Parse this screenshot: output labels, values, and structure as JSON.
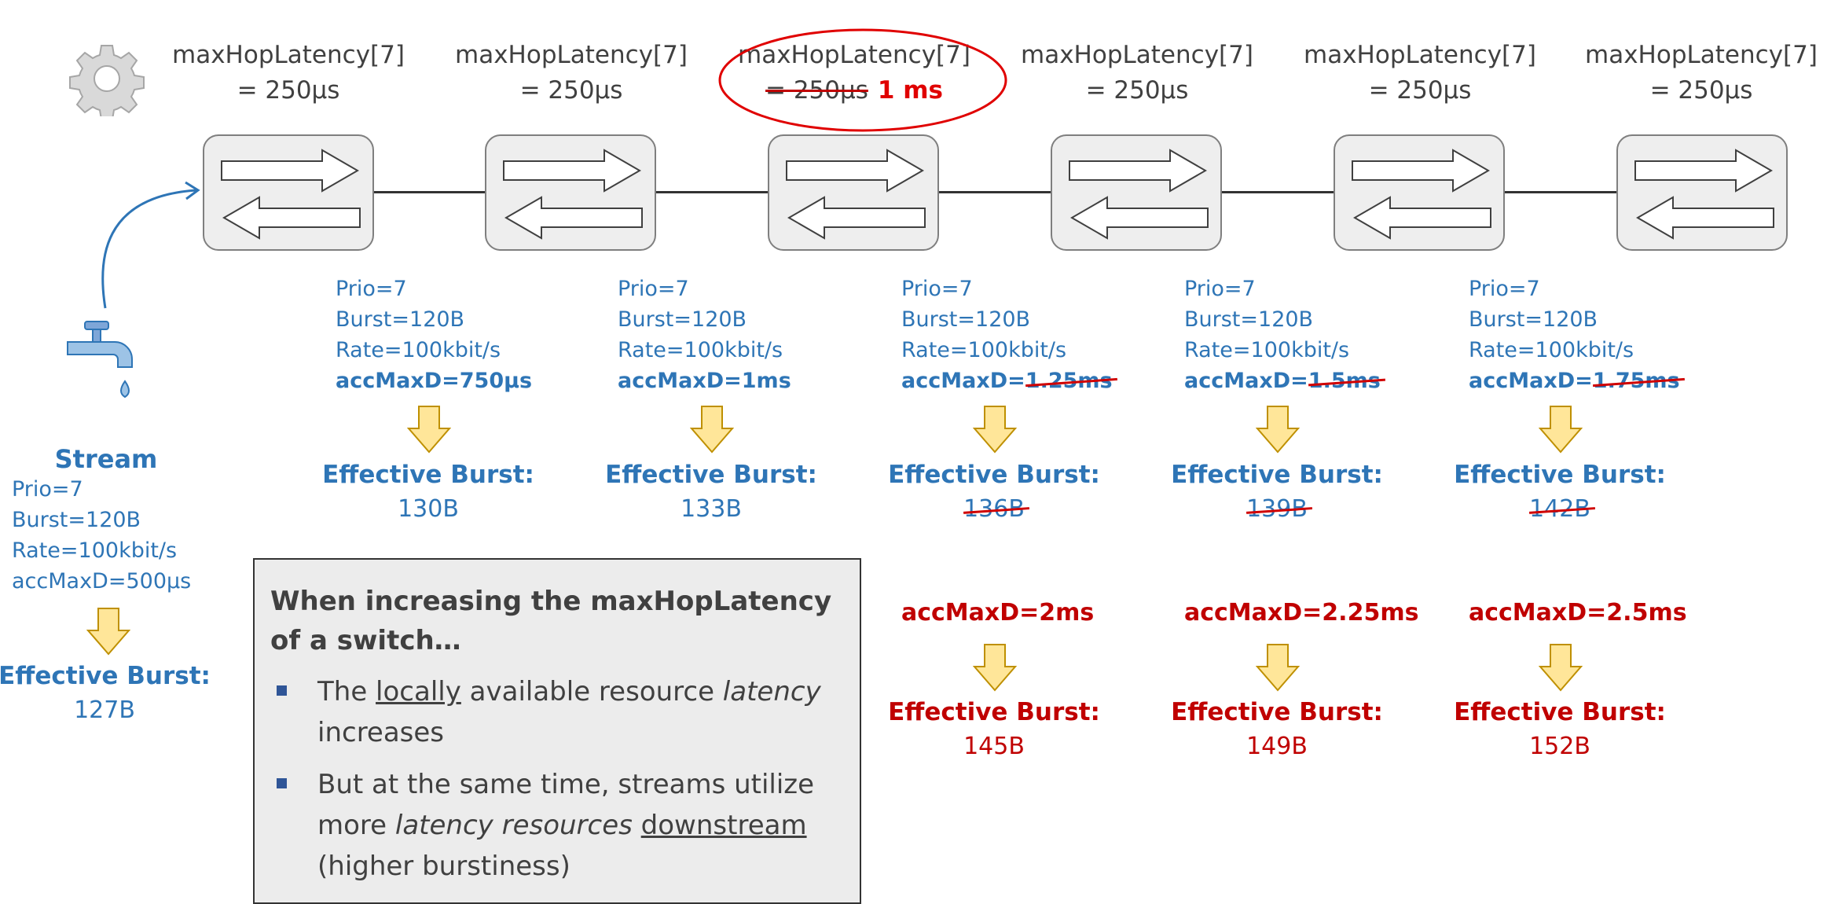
{
  "hops": [
    {
      "title_line1": "maxHopLatency[7]",
      "title_line2": "= 250µs"
    },
    {
      "title_line1": "maxHopLatency[7]",
      "title_line2": "= 250µs"
    },
    {
      "title_line1": "maxHopLatency[7]",
      "title_line2_struck": "= 250µs",
      "title_line2_new": "1 ms"
    },
    {
      "title_line1": "maxHopLatency[7]",
      "title_line2": "= 250µs"
    },
    {
      "title_line1": "maxHopLatency[7]",
      "title_line2": "= 250µs"
    },
    {
      "title_line1": "maxHopLatency[7]",
      "title_line2": "= 250µs"
    }
  ],
  "stream": {
    "title": "Stream",
    "prio": "Prio=7",
    "burst": "Burst=120B",
    "rate": "Rate=100kbit/s",
    "acc": "accMaxD=500µs",
    "eb_label": "Effective Burst:",
    "eb_value": "127B"
  },
  "links": [
    {
      "prio": "Prio=7",
      "burst": "Burst=120B",
      "rate": "Rate=100kbit/s",
      "acc": "accMaxD=750µs",
      "eb_label": "Effective Burst:",
      "eb_value": "130B"
    },
    {
      "prio": "Prio=7",
      "burst": "Burst=120B",
      "rate": "Rate=100kbit/s",
      "acc": "accMaxD=1ms",
      "eb_label": "Effective Burst:",
      "eb_value": "133B"
    },
    {
      "prio": "Prio=7",
      "burst": "Burst=120B",
      "rate": "Rate=100kbit/s",
      "acc_prefix": "accMaxD=",
      "acc_struck": "1.25ms",
      "eb_label": "Effective Burst:",
      "eb_value_struck": "136B",
      "new_acc": "accMaxD=2ms",
      "new_eb_label": "Effective Burst:",
      "new_eb_value": "145B"
    },
    {
      "prio": "Prio=7",
      "burst": "Burst=120B",
      "rate": "Rate=100kbit/s",
      "acc_prefix": "accMaxD=",
      "acc_struck": "1.5ms",
      "eb_label": "Effective Burst:",
      "eb_value_struck": "139B",
      "new_acc": "accMaxD=2.25ms",
      "new_eb_label": "Effective Burst:",
      "new_eb_value": "149B"
    },
    {
      "prio": "Prio=7",
      "burst": "Burst=120B",
      "rate": "Rate=100kbit/s",
      "acc_prefix": "accMaxD=",
      "acc_struck": "1.75ms",
      "eb_label": "Effective Burst:",
      "eb_value_struck": "142B",
      "new_acc": "accMaxD=2.5ms",
      "new_eb_label": "Effective Burst:",
      "new_eb_value": "152B"
    }
  ],
  "callout": {
    "heading": "When increasing the maxHopLatency of a switch…",
    "b1_pre": "The ",
    "b1_u": "locally",
    "b1_mid": " available resource ",
    "b1_i": "latency",
    "b1_post": " increases",
    "b2_pre": "But at the same time, streams utilize more ",
    "b2_i": "latency resources",
    "b2_mid": " ",
    "b2_u": "downstream",
    "b2_post": " (higher burstiness)"
  },
  "colors": {
    "blue": "#2e75b6",
    "red": "#c00000",
    "arrow_fill": "#ffe699",
    "arrow_stroke": "#bf9000"
  },
  "icons": [
    "gear-icon",
    "tap-icon",
    "switch-arrows-icon",
    "down-arrow-icon"
  ]
}
